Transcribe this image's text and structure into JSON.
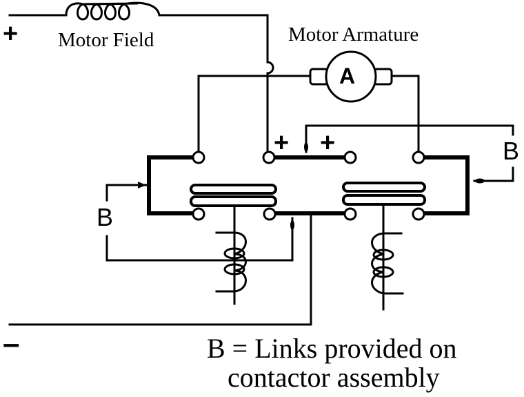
{
  "diagram": {
    "type": "circuit",
    "description": "Series-wound DC motor reversing contactor wiring",
    "labels": {
      "positive_terminal": "+",
      "negative_terminal": "–",
      "motor_field": "Motor Field",
      "motor_armature": "Motor Armature",
      "armature_symbol": "A",
      "plus_left": "+",
      "plus_right": "+",
      "link_left": "B",
      "link_right": "B",
      "legend_line1": "B = Links provided on",
      "legend_line2": "contactor assembly"
    },
    "components": [
      {
        "id": "motor-field",
        "kind": "inductor",
        "label": "Motor Field"
      },
      {
        "id": "motor-armature",
        "kind": "motor",
        "label": "Motor Armature",
        "symbol": "A"
      },
      {
        "id": "contactor-left",
        "kind": "contactor",
        "terminals": 4
      },
      {
        "id": "contactor-right",
        "kind": "contactor",
        "terminals": 4
      },
      {
        "id": "coil-left",
        "kind": "coil"
      },
      {
        "id": "coil-right",
        "kind": "coil"
      },
      {
        "id": "link-b-left",
        "kind": "link",
        "label": "B"
      },
      {
        "id": "link-b-right",
        "kind": "link",
        "label": "B"
      }
    ],
    "colors": {
      "ink": "#000000",
      "background": "#ffffff"
    }
  }
}
